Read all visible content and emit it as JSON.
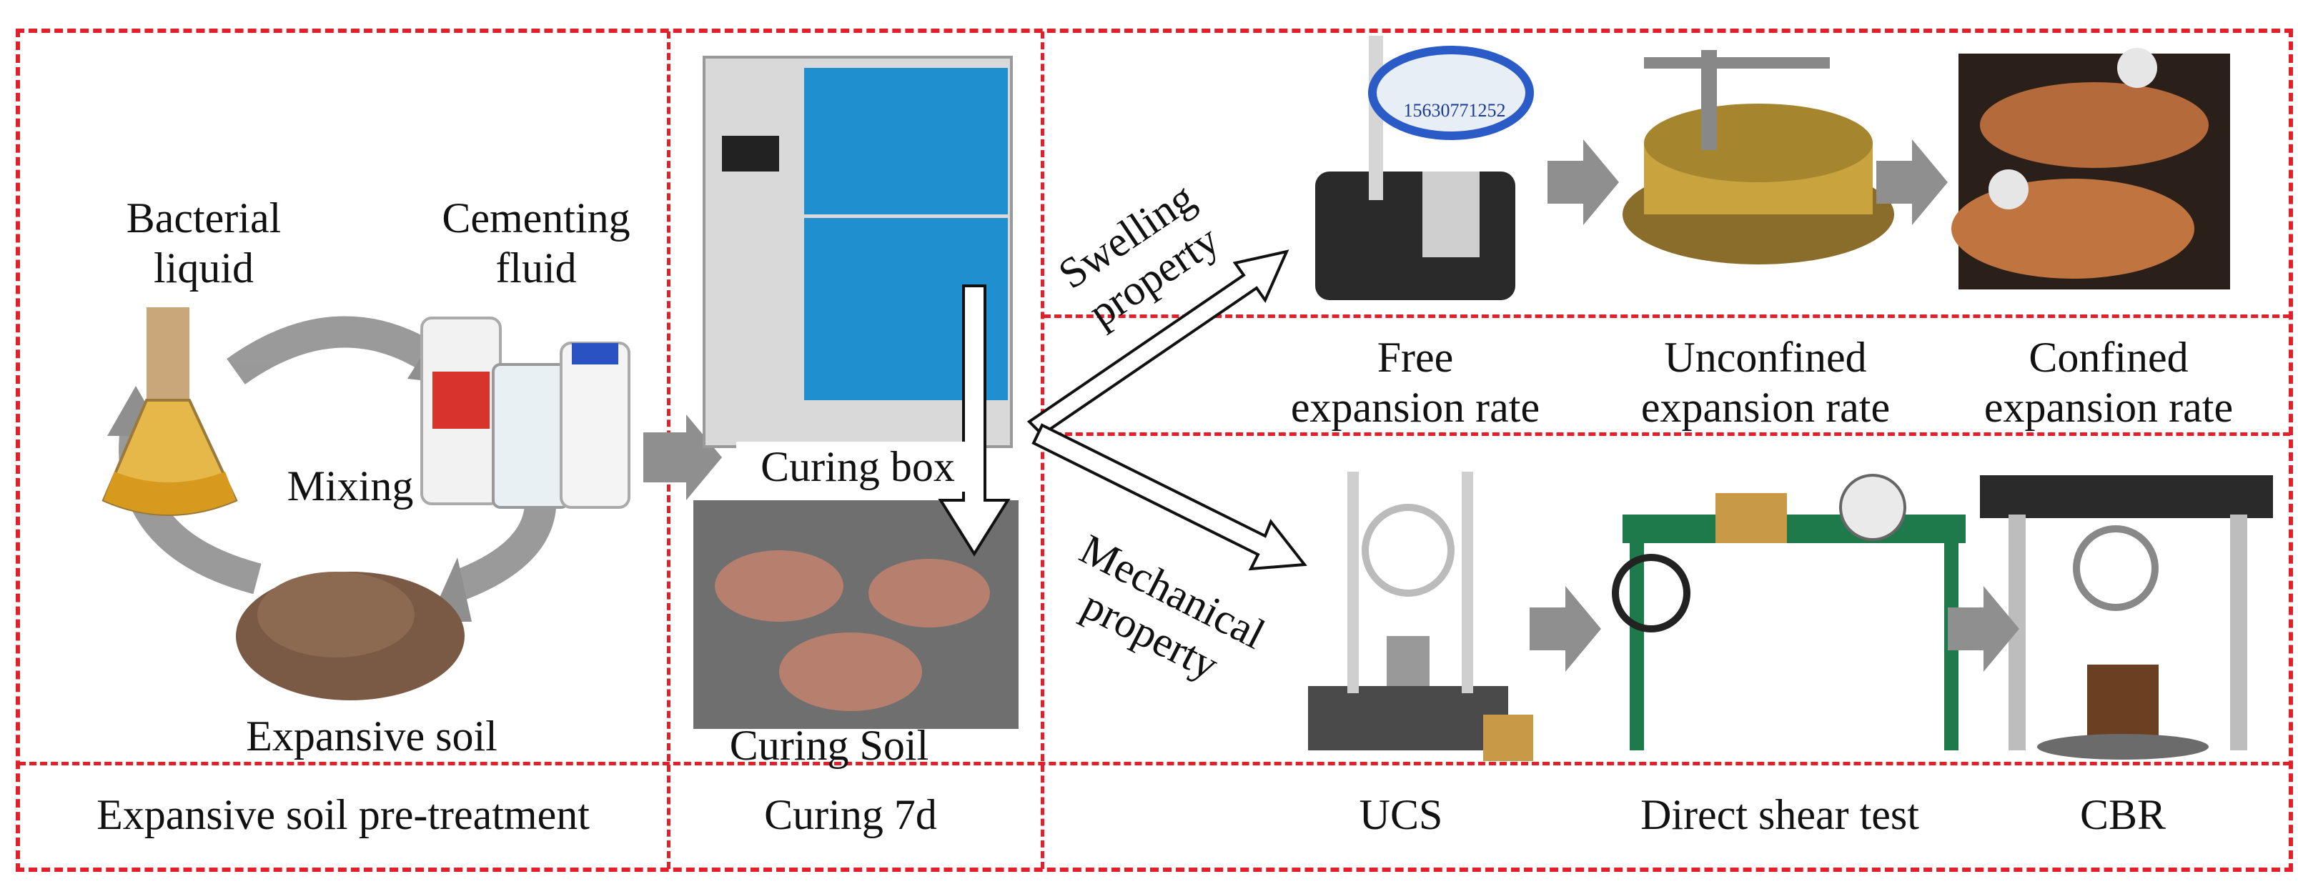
{
  "pretreatment": {
    "bacterial_liquid": [
      "Bacterial",
      "liquid"
    ],
    "cementing_fluid": [
      "Cementing",
      "fluid"
    ],
    "mixing": "Mixing",
    "expansive_soil": "Expansive soil",
    "section_label": "Expansive soil pre-treatment"
  },
  "curing": {
    "curing_box": "Curing box",
    "curing_soil": "Curing Soil",
    "section_label": "Curing 7d"
  },
  "swelling": {
    "branch_label": [
      "Swelling",
      "property"
    ],
    "free": [
      "Free",
      "expansion rate"
    ],
    "unconfined": [
      "Unconfined",
      "expansion rate"
    ],
    "confined": [
      "Confined",
      "expansion rate"
    ],
    "device_text": "15630771252"
  },
  "mechanical": {
    "branch_label": [
      "Mechanical",
      "property"
    ],
    "ucs": "UCS",
    "direct_shear": "Direct shear test",
    "cbr": "CBR"
  },
  "colors": {
    "dash_red": "#e0202a",
    "arrow_gray": "#8f8f8f",
    "cabinet_blue": "#1f8fd0",
    "soil_brown": "#7a5a44"
  }
}
